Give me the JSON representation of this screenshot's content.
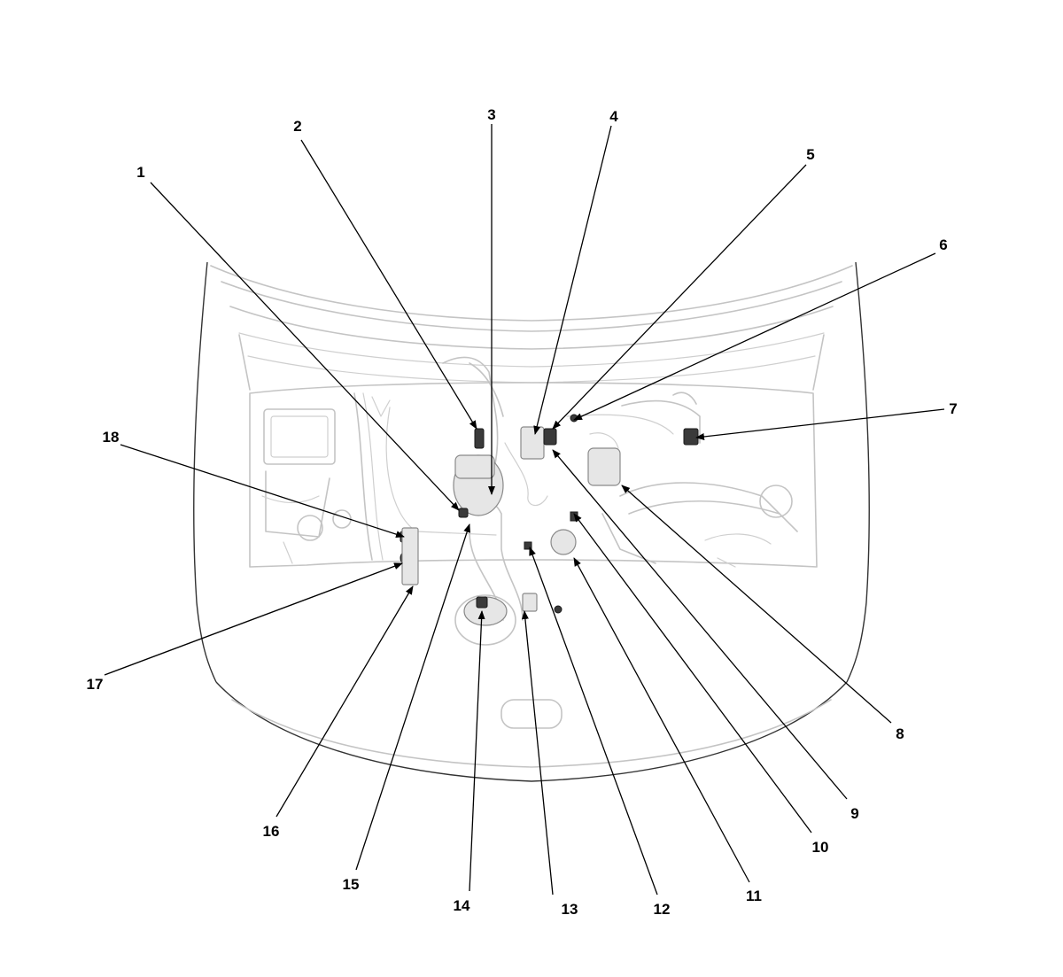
{
  "callouts": [
    {
      "id": "1",
      "label": "1"
    },
    {
      "id": "2",
      "label": "2"
    },
    {
      "id": "3",
      "label": "3"
    },
    {
      "id": "4",
      "label": "4"
    },
    {
      "id": "5",
      "label": "5"
    },
    {
      "id": "6",
      "label": "6"
    },
    {
      "id": "7",
      "label": "7"
    },
    {
      "id": "8",
      "label": "8"
    },
    {
      "id": "9",
      "label": "9"
    },
    {
      "id": "10",
      "label": "10"
    },
    {
      "id": "11",
      "label": "11"
    },
    {
      "id": "12",
      "label": "12"
    },
    {
      "id": "13",
      "label": "13"
    },
    {
      "id": "14",
      "label": "14"
    },
    {
      "id": "15",
      "label": "15"
    },
    {
      "id": "16",
      "label": "16"
    },
    {
      "id": "17",
      "label": "17"
    },
    {
      "id": "18",
      "label": "18"
    }
  ],
  "colors": {
    "outline": "#c4c4c4",
    "body": "#333333",
    "leader": "#000000"
  }
}
